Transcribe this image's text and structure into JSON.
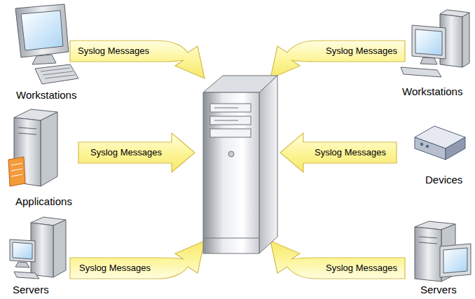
{
  "diagram": {
    "labels": [
      "Syslog Messages",
      "Syslog Messages",
      "Syslog Messages",
      "Syslog Messages",
      "Syslog Messages",
      "Syslog Messages",
      "Workstations",
      "Applications",
      "Servers",
      "Workstations",
      "Devices",
      "Servers"
    ]
  }
}
